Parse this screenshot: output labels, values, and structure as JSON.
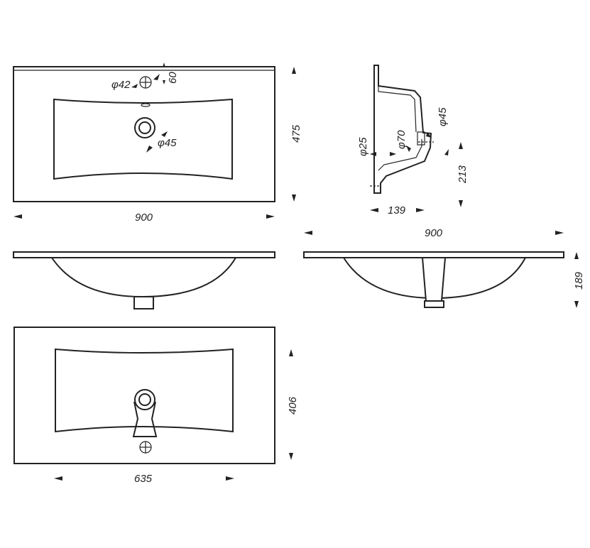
{
  "dimensions": {
    "top_width": "900",
    "top_depth": "475",
    "hole_tap": "φ42",
    "hole_tap_offset": "60",
    "hole_drain": "φ45",
    "side_drain_outer": "φ45",
    "side_drain_inner": "φ70",
    "side_overflow": "φ25",
    "side_depth": "139",
    "side_height": "213",
    "front_width": "900",
    "front_height": "189",
    "bottom_bowl_width": "635",
    "bottom_bowl_depth": "406"
  },
  "colors": {
    "line": "#222222",
    "background": "#ffffff"
  }
}
